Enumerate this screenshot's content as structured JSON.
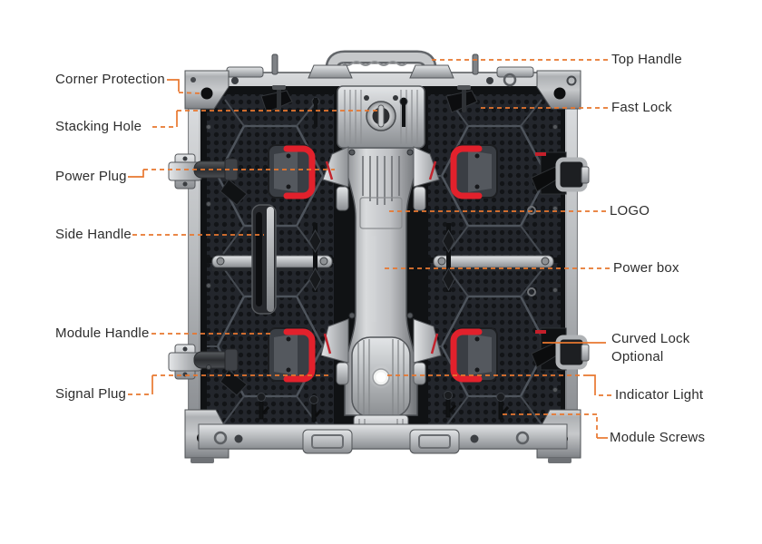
{
  "diagram": {
    "accent_color": "#E8772F",
    "label_text_color": "#2D2D2D",
    "handle_red_color": "#E2212C",
    "labels_left": [
      {
        "id": "corner-protection",
        "text": "Corner Protection"
      },
      {
        "id": "stacking-hole",
        "text": "Stacking Hole"
      },
      {
        "id": "power-plug",
        "text": "Power Plug"
      },
      {
        "id": "side-handle",
        "text": "Side Handle"
      },
      {
        "id": "module-handle",
        "text": "Module Handle"
      },
      {
        "id": "signal-plug",
        "text": "Signal Plug"
      }
    ],
    "labels_right": [
      {
        "id": "top-handle",
        "text": "Top Handle"
      },
      {
        "id": "fast-lock",
        "text": "Fast Lock"
      },
      {
        "id": "logo",
        "text": "LOGO"
      },
      {
        "id": "power-box",
        "text": "Power box"
      },
      {
        "id": "curved-lock",
        "text": "Curved Lock",
        "text2": "Optional"
      },
      {
        "id": "indicator-light",
        "text": "Indicator Light"
      },
      {
        "id": "module-screws",
        "text": "Module Screws"
      }
    ]
  }
}
